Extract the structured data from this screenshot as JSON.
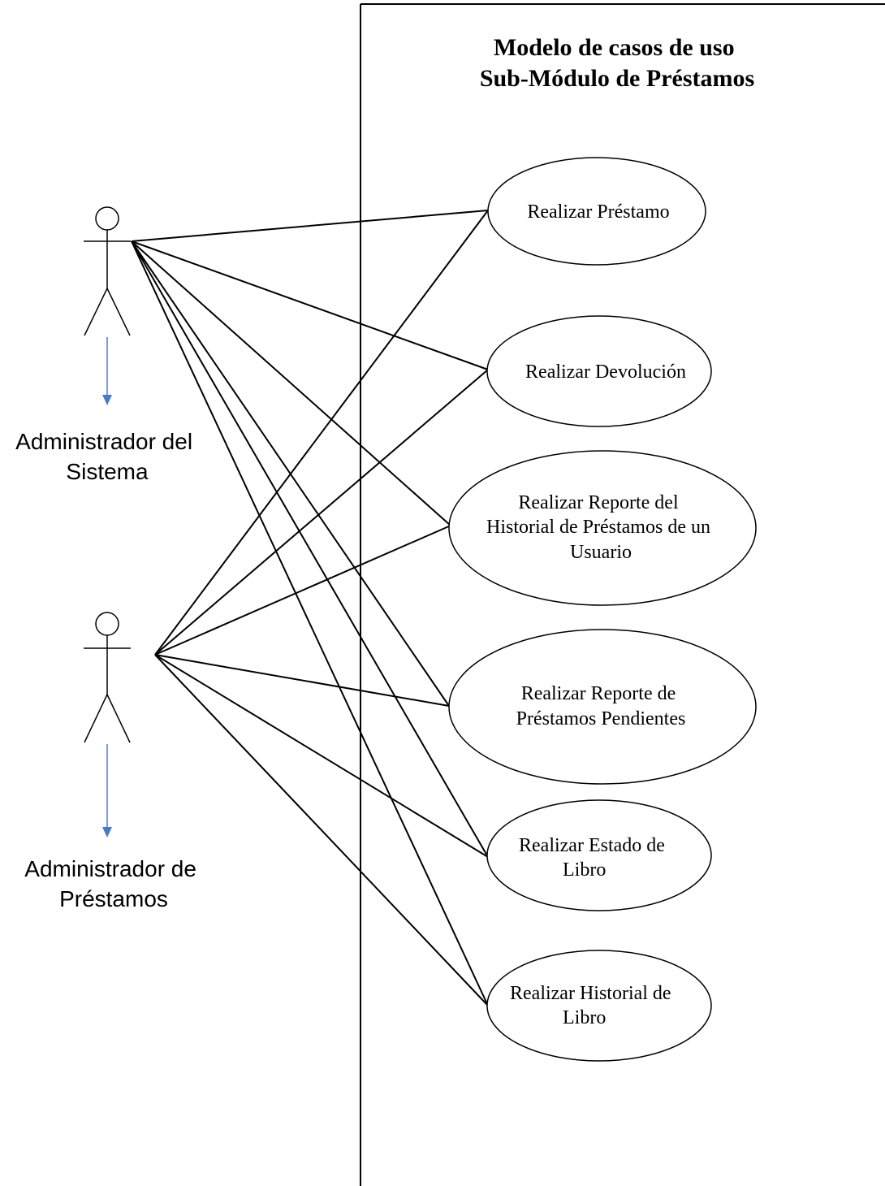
{
  "diagram": {
    "title_lines": [
      "Modelo de casos de uso",
      "Sub-Módulo de Préstamos"
    ],
    "actors": [
      {
        "id": "admin-sistema",
        "label_lines": [
          "Administrador del",
          "Sistema"
        ]
      },
      {
        "id": "admin-prestamos",
        "label_lines": [
          "Administrador de",
          "Préstamos"
        ]
      }
    ],
    "use_cases": [
      {
        "id": "uc-realizar-prestamo",
        "label_lines": [
          "Realizar Préstamo"
        ]
      },
      {
        "id": "uc-realizar-devolucion",
        "label_lines": [
          "Realizar Devolución"
        ]
      },
      {
        "id": "uc-reporte-historial-usuario",
        "label_lines": [
          "Realizar Reporte del",
          "Historial de Préstamos de un",
          "Usuario"
        ]
      },
      {
        "id": "uc-reporte-prestamos-pendientes",
        "label_lines": [
          "Realizar Reporte de",
          "Préstamos Pendientes"
        ]
      },
      {
        "id": "uc-estado-libro",
        "label_lines": [
          "Realizar Estado de",
          "Libro"
        ]
      },
      {
        "id": "uc-historial-libro",
        "label_lines": [
          "Realizar Historial de",
          "Libro"
        ]
      }
    ],
    "associations": [
      {
        "actor": "admin-sistema",
        "use_case": "uc-realizar-prestamo"
      },
      {
        "actor": "admin-sistema",
        "use_case": "uc-realizar-devolucion"
      },
      {
        "actor": "admin-sistema",
        "use_case": "uc-reporte-historial-usuario"
      },
      {
        "actor": "admin-sistema",
        "use_case": "uc-reporte-prestamos-pendientes"
      },
      {
        "actor": "admin-sistema",
        "use_case": "uc-estado-libro"
      },
      {
        "actor": "admin-sistema",
        "use_case": "uc-historial-libro"
      },
      {
        "actor": "admin-prestamos",
        "use_case": "uc-realizar-prestamo"
      },
      {
        "actor": "admin-prestamos",
        "use_case": "uc-realizar-devolucion"
      },
      {
        "actor": "admin-prestamos",
        "use_case": "uc-reporte-historial-usuario"
      },
      {
        "actor": "admin-prestamos",
        "use_case": "uc-reporte-prestamos-pendientes"
      },
      {
        "actor": "admin-prestamos",
        "use_case": "uc-estado-libro"
      },
      {
        "actor": "admin-prestamos",
        "use_case": "uc-historial-libro"
      }
    ],
    "colors": {
      "line": "#000000",
      "actor_arrow": "#4a7ac7",
      "background": "#ffffff"
    }
  }
}
